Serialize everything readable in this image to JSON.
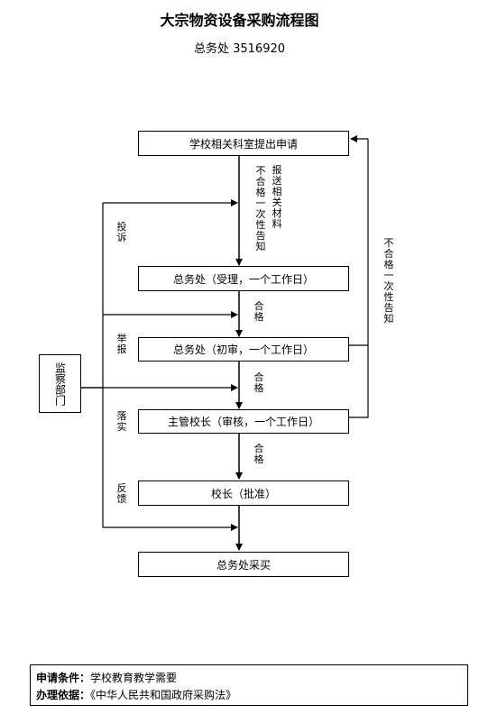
{
  "header": {
    "title": "大宗物资设备采购流程图",
    "subtitle": "总务处  3516920"
  },
  "boxes": {
    "apply": "学校相关科室提出申请",
    "accept": "总务处（受理，一个工作日）",
    "first_review": "总务处（初审，一个工作日）",
    "audit": "主管校长（审核，一个工作日）",
    "approve": "校长（批准）",
    "purchase": "总务处采买",
    "supervision": "监察部门"
  },
  "labels": {
    "reject_left": "不合格一次性告知",
    "submit_materials": "报送相关材料",
    "pass_1": "合格",
    "pass_2": "合格",
    "pass_3": "合格",
    "reject_right": "不合格一次性告知",
    "complaint": "投诉",
    "report": "举报",
    "implement": "落实",
    "feedback": "反馈"
  },
  "footer": {
    "conditions_label": "申请条件：",
    "conditions_value": "学校教育教学需要",
    "basis_label": "办理依据：",
    "basis_value": "《中华人民共和国政府采购法》"
  }
}
